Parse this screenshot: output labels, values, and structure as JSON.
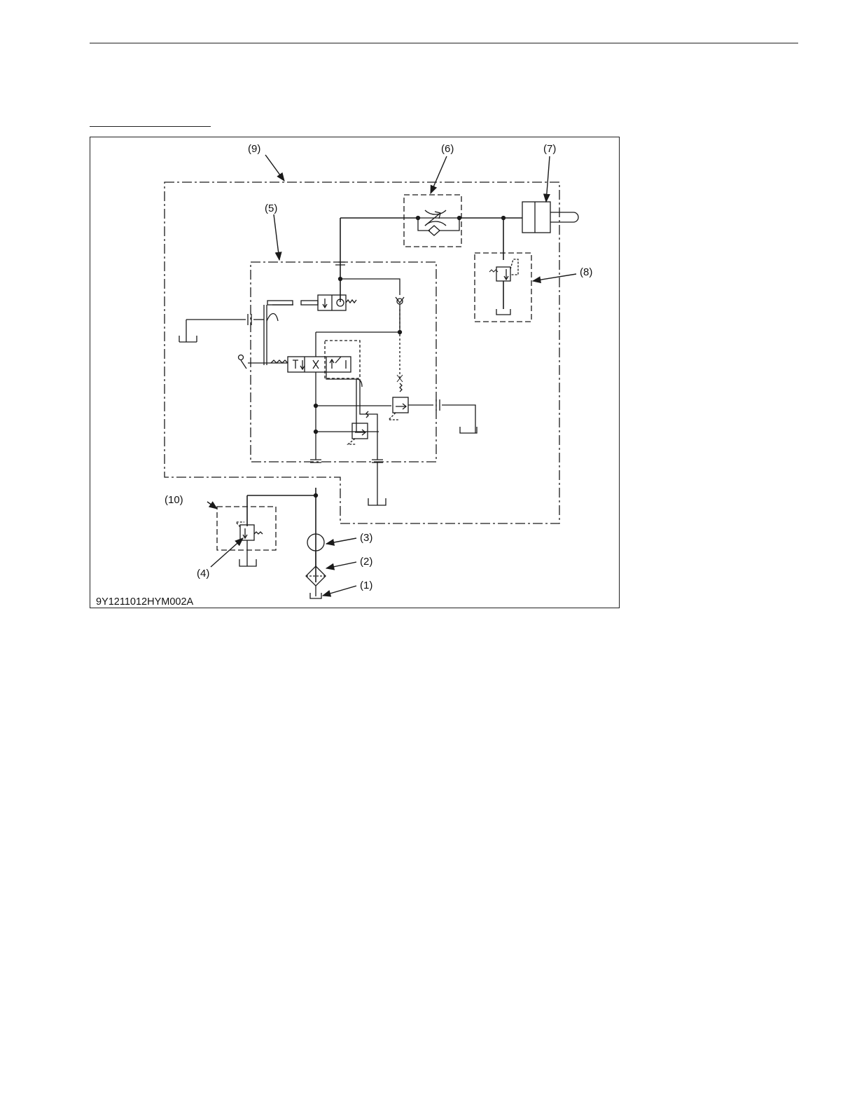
{
  "figure": {
    "code": "9Y1211012HYM002A",
    "callouts": {
      "c1": "(1)",
      "c2": "(2)",
      "c3": "(3)",
      "c4": "(4)",
      "c5": "(5)",
      "c6": "(6)",
      "c7": "(7)",
      "c8": "(8)",
      "c9": "(9)",
      "c10": "(10)"
    }
  }
}
